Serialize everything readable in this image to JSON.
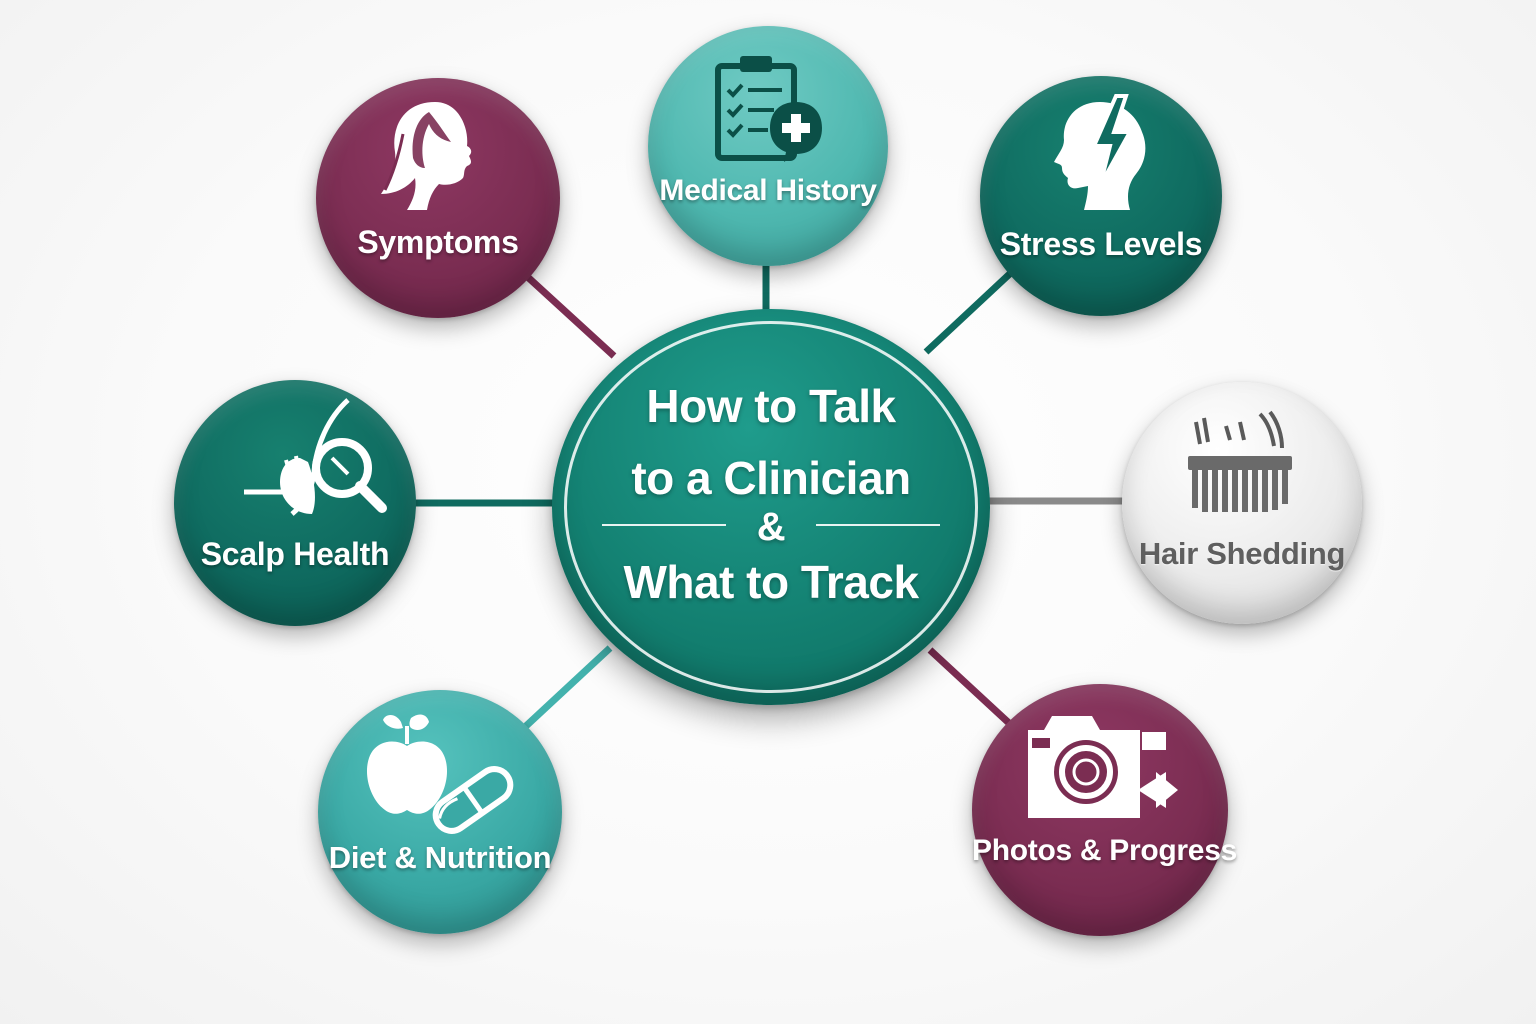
{
  "center": {
    "line1": "How to Talk",
    "line2": "to a Clinician",
    "ampersand": "&",
    "line3": "What to Track"
  },
  "nodes": {
    "symptoms": {
      "label": "Symptoms",
      "icon": "woman-profile-icon",
      "color": "#7b2d52"
    },
    "medical_history": {
      "label": "Medical History",
      "icon": "clipboard-checklist-icon",
      "color": "#4fb8b0"
    },
    "stress_levels": {
      "label": "Stress Levels",
      "icon": "head-lightning-icon",
      "color": "#0f6b60"
    },
    "scalp_health": {
      "label": "Scalp Health",
      "icon": "scalp-magnifier-icon",
      "color": "#0f6b60"
    },
    "hair_shedding": {
      "label": "Hair Shedding",
      "icon": "comb-hair-icon",
      "color": "#e4e4e4"
    },
    "diet_nutrition": {
      "label": "Diet & Nutrition",
      "icon": "apple-pill-icon",
      "color": "#3aa9a5"
    },
    "photos_progress": {
      "label": "Photos & Progress",
      "icon": "camera-icon",
      "color": "#7b2d52"
    }
  },
  "colors": {
    "teal_dark": "#0f6b60",
    "teal_light": "#43b2ad",
    "plum": "#7b2d52",
    "grey": "#8a8a8a"
  }
}
